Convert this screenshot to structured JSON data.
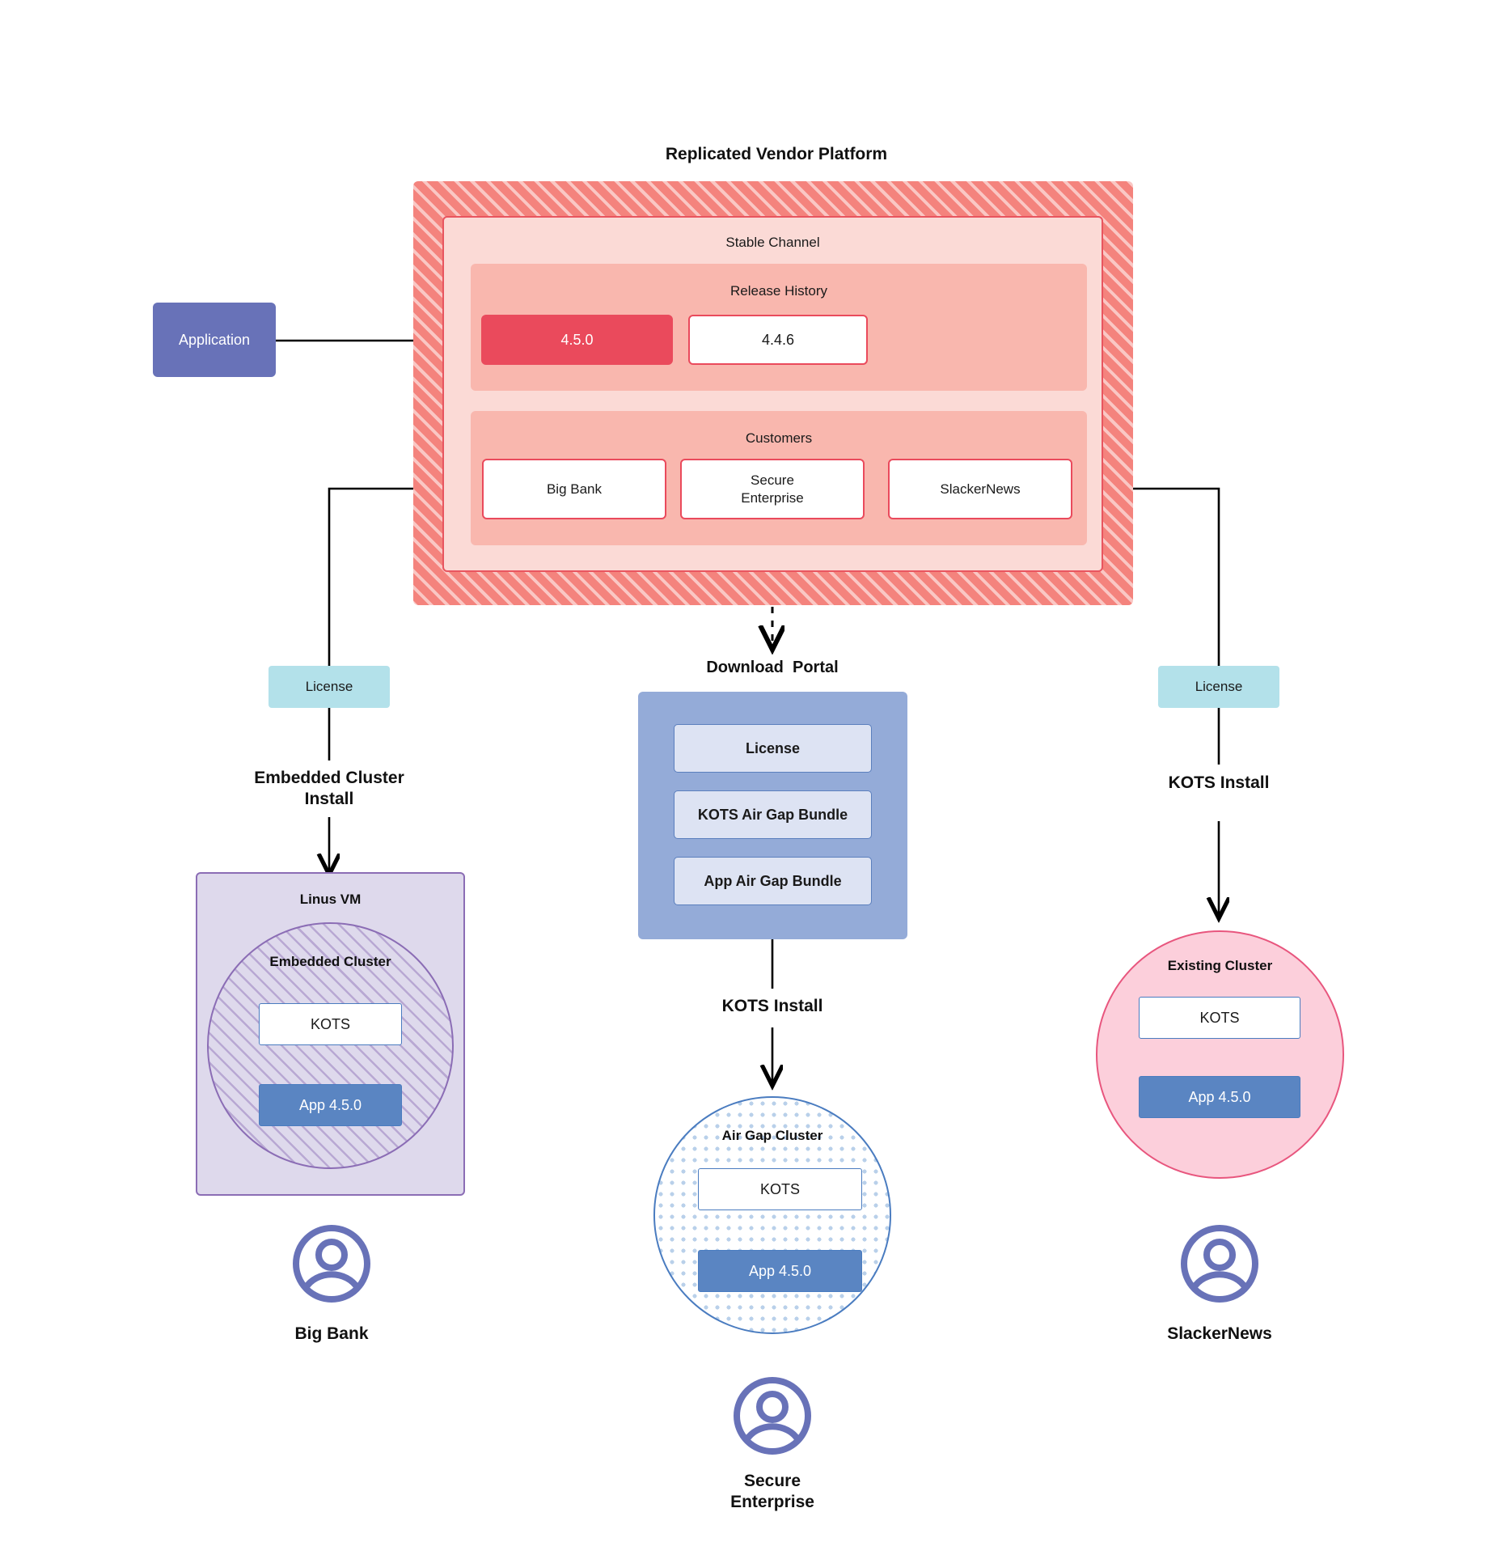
{
  "diagram": {
    "platform": {
      "title": "Replicated Vendor Platform",
      "channel_label": "Stable Channel",
      "release_history_label": "Release History",
      "releases": [
        {
          "version": "4.5.0",
          "state": "active"
        },
        {
          "version": "4.4.6",
          "state": "inactive"
        }
      ],
      "customers_label": "Customers",
      "customers": [
        "Big Bank",
        "Secure\nEnterprise",
        "SlackerNews"
      ]
    },
    "application": {
      "label": "Application"
    },
    "left_branch": {
      "license_label": "License",
      "install_label": "Embedded Cluster\nInstall",
      "vm_label": "Linus VM",
      "cluster_label": "Embedded Cluster",
      "kots_label": "KOTS",
      "app_label": "App 4.5.0",
      "customer_name": "Big Bank"
    },
    "middle_branch": {
      "portal_title": "Download  Portal",
      "portal_items": [
        "License",
        "KOTS Air Gap Bundle",
        "App Air Gap Bundle"
      ],
      "install_label": "KOTS Install",
      "cluster_label": "Air Gap Cluster",
      "kots_label": "KOTS",
      "app_label": "App 4.5.0",
      "customer_name": "Secure\nEnterprise"
    },
    "right_branch": {
      "license_label": "License",
      "install_label": "KOTS Install",
      "cluster_label": "Existing Cluster",
      "kots_label": "KOTS",
      "app_label": "App 4.5.0",
      "customer_name": "SlackerNews"
    },
    "colors": {
      "platform_fill": "#f4837d",
      "channel_fill": "#fbdad6",
      "panel_fill": "#f9b7ae",
      "release_active": "#ea4a5c",
      "application_fill": "#6872b8",
      "license_fill": "#b3e1ea",
      "portal_fill": "#94abd8",
      "portal_item_fill": "#dde3f3",
      "vm_fill": "#ded9ec",
      "vm_stroke": "#8b6db5",
      "airgap_stroke": "#4a7cc0",
      "existing_fill": "#fccfdb",
      "existing_stroke": "#e8567e",
      "app_version_fill": "#5a85c2",
      "avatar_color": "#6872b8",
      "connector": "#000000"
    }
  }
}
